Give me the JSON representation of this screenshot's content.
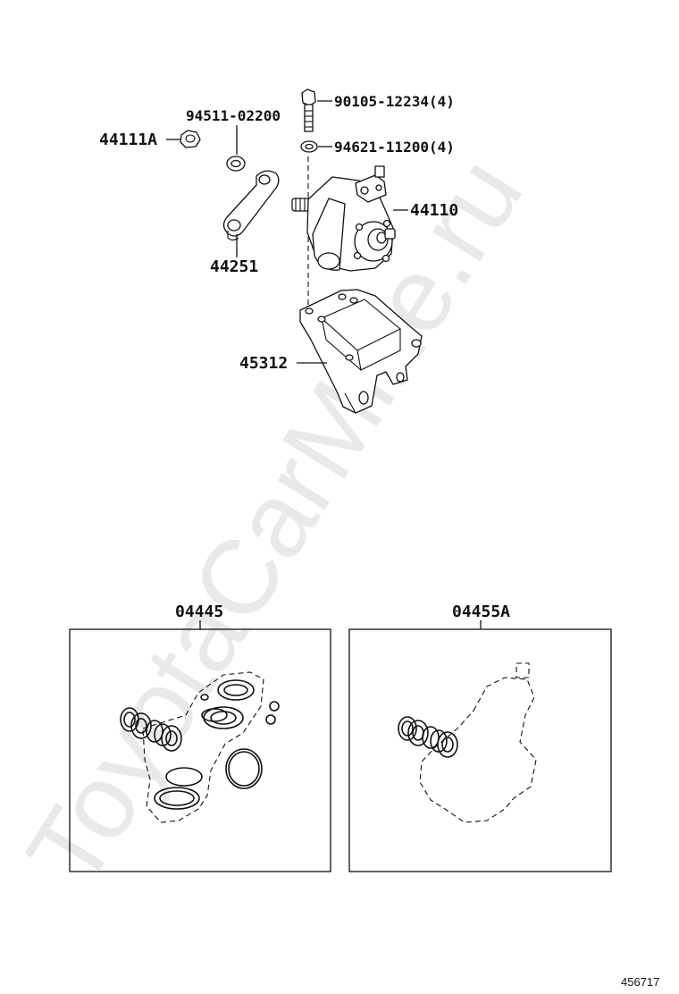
{
  "watermark": "ToyotaCarMine.ru",
  "diagram_number": "456717",
  "labels": {
    "bolt": "90105-12234(4)",
    "washer": "94621-11200(4)",
    "small_washer": "94511-02200",
    "nut": "44111A",
    "gear_housing": "44110",
    "pitman_arm": "44251",
    "bracket": "45312",
    "kit_left": "04445",
    "kit_right": "04455A"
  }
}
